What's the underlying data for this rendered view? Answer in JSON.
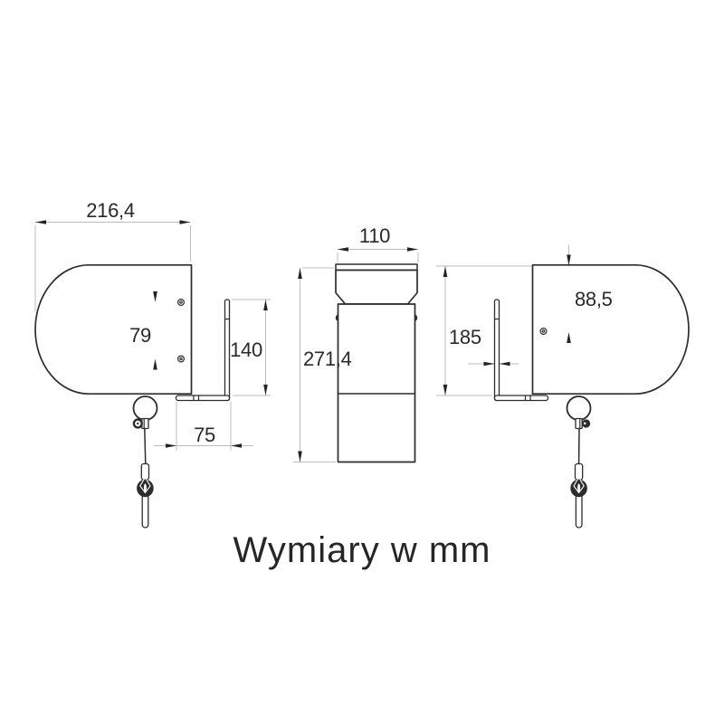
{
  "caption": "Wymiary w mm",
  "colors": {
    "object_line": "#2d2d2d",
    "dimension_line": "#bdbdbd",
    "text": "#2a2a2a",
    "background": "#ffffff"
  },
  "dimensions": {
    "housing_width": "216,4",
    "hole_spacing": "79",
    "bracket_height": "140",
    "bracket_offset": "75",
    "front_width": "110",
    "overall_height": "271,4",
    "side_height": "185",
    "hole_from_top": "88,5"
  }
}
